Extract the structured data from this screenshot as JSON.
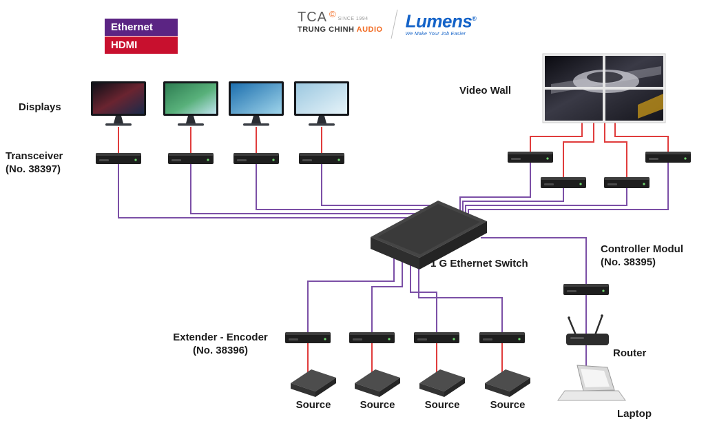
{
  "legend": {
    "ethernet_label": "Ethernet",
    "hdmi_label": "HDMI"
  },
  "logos": {
    "tca_text": "TCA",
    "tca_mark": "©",
    "since_text": "SINCE 1994",
    "trung_chinh_text": "TRUNG CHINH ",
    "audio_text": "AUDIO",
    "lumens_text": "Lumens",
    "lumens_reg": "®",
    "lumens_tagline": "We Make Your Job Easier"
  },
  "labels": {
    "displays": "Displays",
    "transceiver_line1": "Transceiver",
    "transceiver_line2": "(No. 38397)",
    "video_wall": "Video Wall",
    "ethernet_switch": "1 G Ethernet Switch",
    "controller_line1": "Controller Modul",
    "controller_line2": "(No. 38395)",
    "extender_line1": "Extender - Encoder",
    "extender_line2": "(No. 38396)",
    "router": "Router",
    "laptop": "Laptop"
  },
  "sources": [
    {
      "label": "Source"
    },
    {
      "label": "Source"
    },
    {
      "label": "Source"
    },
    {
      "label": "Source"
    }
  ],
  "colors": {
    "ethernet_wire": "#7b4fa6",
    "hdmi_wire": "#e03c3c",
    "legend_ethernet_bg": "#5b2483",
    "legend_hdmi_bg": "#c8102e",
    "lumens_blue": "#1463c8",
    "tca_orange": "#f26a21"
  }
}
